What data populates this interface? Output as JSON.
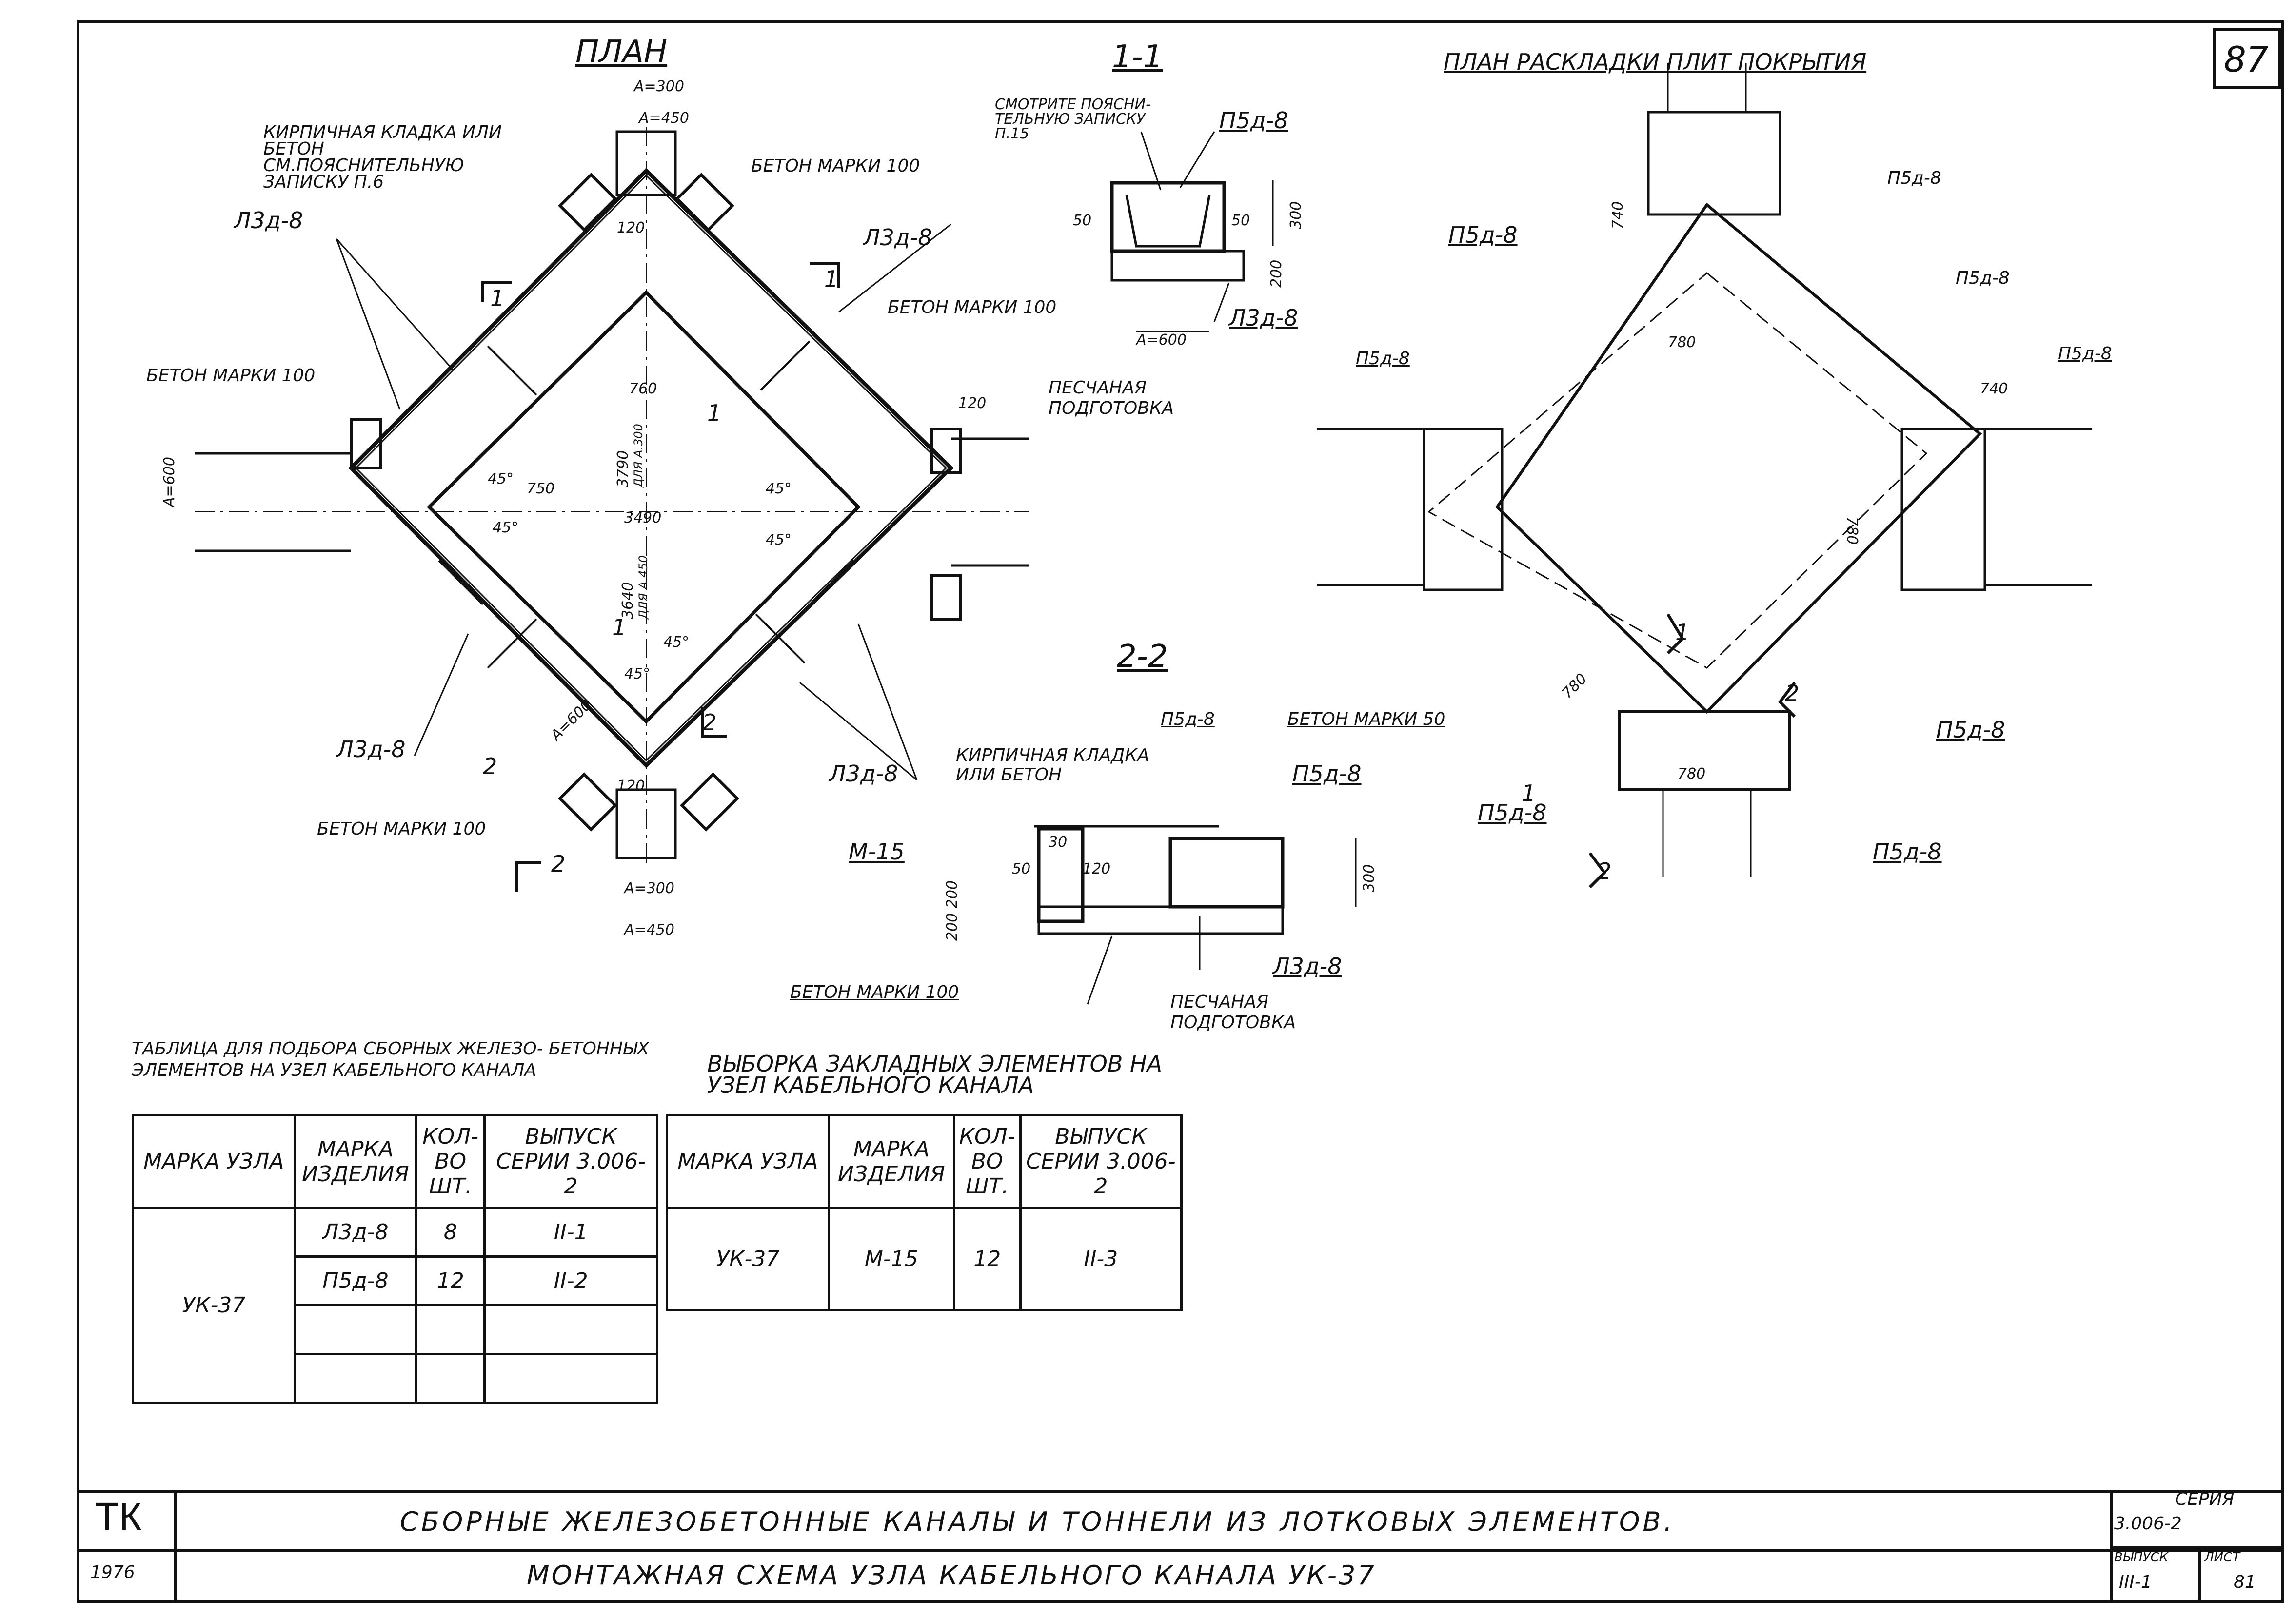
{
  "sheet_number": "87",
  "plan": {
    "title": "ПЛАН",
    "labels": {
      "masonry": "КИРПИЧНАЯ КЛАДКА ИЛИ БЕТОН СМ.ПОЯСНИТЕЛЬНУЮ ЗАПИСКУ П.6",
      "concrete100_top": "БЕТОН МАРКИ 100",
      "concrete100_left": "БЕТОН МАРКИ 100",
      "concrete100_right": "БЕТОН МАРКИ 100",
      "concrete100_bottom": "БЕТОН МАРКИ 100",
      "l3d8_tl": "Л3д-8",
      "l3d8_tr": "Л3д-8",
      "l3d8_bl": "Л3д-8",
      "l3d8_br": "Л3д-8",
      "a300_top": "А=300",
      "a450_top": "А=450",
      "a300_bot": "А=300",
      "a450_bot": "А=450",
      "a600_left": "А=600",
      "a600_bl": "А=600",
      "d120_1": "120",
      "d120_2": "120",
      "d120_3": "120",
      "d760": "760",
      "d750": "750",
      "d3790": "3790",
      "d3790_note": "ДЛЯ А.300",
      "d3490": "3490",
      "d3640": "3640",
      "d3640_note": "ДЛЯ А.450",
      "ang1": "45°",
      "ang2": "45°",
      "ang3": "45°",
      "ang4": "45°",
      "ang5": "45°",
      "ang6": "45°",
      "sec1": "1",
      "sec1b": "1",
      "sec1c": "1",
      "sec1d": "1",
      "sec2": "2",
      "sec2b": "2",
      "sec2c": "2"
    }
  },
  "section11": {
    "title": "1-1",
    "note": "СМОТРИТЕ ПОЯСНИ-ТЕЛЬНУЮ ЗАПИСКУ П.15",
    "p5d8": "П5д-8",
    "l3d8": "Л3д-8",
    "d50a": "50",
    "d50b": "50",
    "d300": "300",
    "d200": "200",
    "a600": "А=600",
    "sand": "ПЕСЧАНАЯ ПОДГОТОВКА"
  },
  "section22": {
    "title": "2-2",
    "p5d8a": "П5д-8",
    "concrete50": "БЕТОН МАРКИ 50",
    "masonry": "КИРПИЧНАЯ КЛАДКА ИЛИ БЕТОН",
    "p5d8b": "П5д-8",
    "m15": "М-15",
    "d50": "50",
    "d30": "30",
    "d120": "120",
    "d300": "300",
    "d200": "200 200",
    "concrete100": "БЕТОН МАРКИ 100",
    "l3d8": "Л3д-8",
    "sand": "ПЕСЧАНАЯ ПОДГОТОВКА"
  },
  "layout_plan": {
    "title": "ПЛАН РАСКЛАДКИ ПЛИТ ПОКРЫТИЯ",
    "p5d8_1": "П5д-8",
    "p5d8_2": "П5д-8",
    "p5d8_3": "П5д-8",
    "p5d8_4": "П5д-8",
    "p5d8_5": "П5д-8",
    "p5d8_6": "П5д-8",
    "p5d8_7": "П5д-8",
    "p5d8_8": "П5д-8",
    "d740a": "740",
    "d740b": "740",
    "d780a": "780",
    "d780b": "780",
    "d780c": "780",
    "d780d": "780",
    "s1": "1",
    "s1b": "1",
    "s2": "2",
    "s2b": "2"
  },
  "table1": {
    "title": "ТАБЛИЦА ДЛЯ ПОДБОРА СБОРНЫХ ЖЕЛЕЗО- БЕТОННЫХ ЭЛЕМЕНТОВ НА УЗЕЛ КАБЕЛЬНОГО КАНАЛА",
    "headers": [
      "МАРКА УЗЛА",
      "МАРКА ИЗДЕЛИЯ",
      "КОЛ-ВО ШТ.",
      "ВЫПУСК СЕРИИ 3.006-2"
    ],
    "node": "УК-37",
    "rows": [
      [
        "Л3д-8",
        "8",
        "II-1"
      ],
      [
        "П5д-8",
        "12",
        "II-2"
      ]
    ]
  },
  "table2": {
    "title": "ВЫБОРКА ЗАКЛАДНЫХ ЭЛЕМЕНТОВ НА УЗЕЛ КАБЕЛЬНОГО КАНАЛА",
    "headers": [
      "МАРКА УЗЛА",
      "МАРКА ИЗДЕЛИЯ",
      "КОЛ-ВО ШТ.",
      "ВЫПУСК СЕРИИ 3.006-2"
    ],
    "node": "УК-37",
    "rows": [
      [
        "М-15",
        "12",
        "II-3"
      ]
    ]
  },
  "stamp": {
    "code": "ТК",
    "year": "1976",
    "title1": "СБОРНЫЕ ЖЕЛЕЗОБЕТОННЫЕ КАНАЛЫ И ТОННЕЛИ ИЗ ЛОТКОВЫХ ЭЛЕМЕНТОВ.",
    "title2": "МОНТАЖНАЯ СХЕМА УЗЛА КАБЕЛЬНОГО КАНАЛА УК-37",
    "series_label": "СЕРИЯ",
    "series": "3.006-2",
    "issue_label": "ВЫПУСК",
    "issue": "III-1",
    "sheet_label": "ЛИСТ",
    "sheet": "81"
  }
}
